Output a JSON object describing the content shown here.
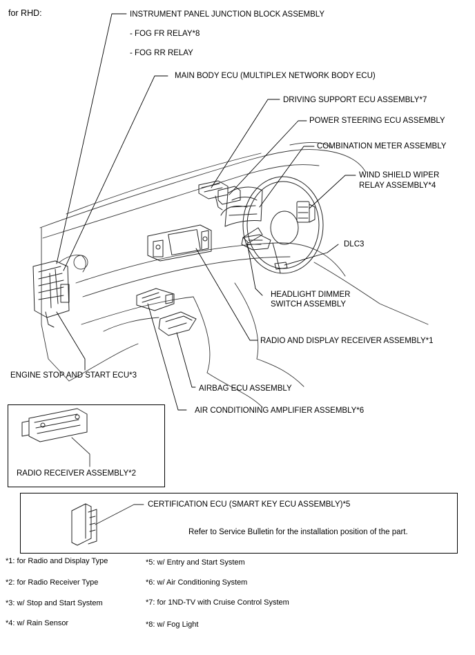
{
  "heading": "for RHD:",
  "labels": {
    "instrument_panel_jb": "INSTRUMENT PANEL JUNCTION BLOCK ASSEMBLY",
    "fog_fr_relay": "- FOG FR RELAY*8",
    "fog_rr_relay": "- FOG RR RELAY",
    "main_body_ecu": "MAIN BODY ECU (MULTIPLEX NETWORK BODY ECU)",
    "driving_support_ecu": "DRIVING SUPPORT ECU ASSEMBLY*7",
    "power_steering_ecu": "POWER STEERING ECU ASSEMBLY",
    "combination_meter": "COMBINATION METER ASSEMBLY",
    "wiper_relay_line1": "WIND SHIELD WIPER",
    "wiper_relay_line2": "RELAY ASSEMBLY*4",
    "dlc3": "DLC3",
    "headlight_line1": "HEADLIGHT DIMMER",
    "headlight_line2": "SWITCH ASSEMBLY",
    "radio_display_receiver": "RADIO AND DISPLAY RECEIVER ASSEMBLY*1",
    "engine_stop_start_ecu": "ENGINE STOP AND START ECU*3",
    "airbag_ecu": "AIRBAG ECU ASSEMBLY",
    "ac_amplifier": "AIR CONDITIONING AMPLIFIER ASSEMBLY*6",
    "radio_receiver": "RADIO RECEIVER ASSEMBLY*2",
    "certification_ecu": "CERTIFICATION ECU (SMART KEY ECU ASSEMBLY)*5",
    "service_bulletin_note": "Refer to Service Bulletin for the installation position of the part."
  },
  "footnotes": [
    "*1: for Radio and Display Type",
    "*2: for Radio Receiver Type",
    "*3: w/ Stop and Start System",
    "*4: w/ Rain Sensor",
    "*5: w/ Entry and Start System",
    "*6: w/ Air Conditioning System",
    "*7: for 1ND-TV with Cruise Control System",
    "*8: w/ Fog Light"
  ]
}
